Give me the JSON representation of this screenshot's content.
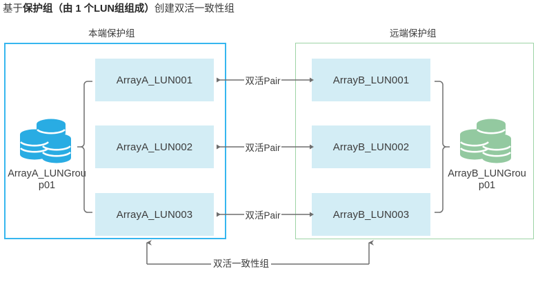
{
  "title": {
    "prefix": "基于",
    "strong": "保护组（由 1 个LUN组组成）",
    "suffix": "创建双活一致性组"
  },
  "captions": {
    "local": "本端保护组",
    "remote": "远端保护组"
  },
  "colors": {
    "local_border": "#36b6ef",
    "remote_border": "#9cd3a4",
    "lun_box_fill": "#d3edf5",
    "local_icon": "#29ace3",
    "remote_icon": "#93c9a0",
    "connector": "#6e6e6e",
    "text": "#3c3c3c"
  },
  "local": {
    "lun_group_label": "ArrayA_LUNGroup01",
    "lun_group_icon": "database-stack-icon",
    "luns": [
      {
        "name": "ArrayA_LUN001"
      },
      {
        "name": "ArrayA_LUN002"
      },
      {
        "name": "ArrayA_LUN003"
      }
    ]
  },
  "remote": {
    "lun_group_label": "ArrayB_LUNGroup01",
    "lun_group_icon": "database-stack-icon",
    "luns": [
      {
        "name": "ArrayB_LUN001"
      },
      {
        "name": "ArrayB_LUN002"
      },
      {
        "name": "ArrayB_LUN003"
      }
    ]
  },
  "pairs": [
    {
      "label": "双活Pair"
    },
    {
      "label": "双活Pair"
    },
    {
      "label": "双活Pair"
    }
  ],
  "consistency_group": {
    "label": "双活一致性组"
  }
}
